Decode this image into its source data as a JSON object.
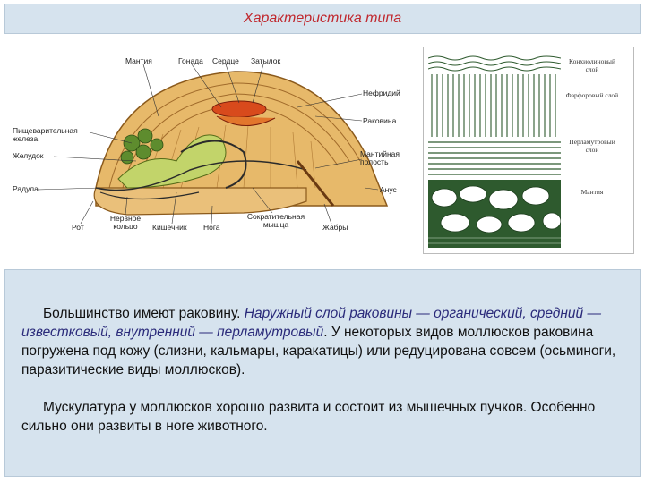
{
  "header": {
    "title": "Характеристика типа"
  },
  "anatomy": {
    "labels": {
      "mantle": "Мантия",
      "gonad": "Гонада",
      "heart": "Сердце",
      "rectum": "Затылок",
      "nephridium": "Нефридий",
      "shell": "Раковина",
      "digestive_gland": "Пищеварительная железа",
      "stomach": "Желудок",
      "radula": "Радула",
      "mantle_cavity": "Мантийная полость",
      "anus": "Анус",
      "mouth": "Рот",
      "nerve_ring": "Нервное кольцо",
      "intestine": "Кишечник",
      "foot": "Нога",
      "retractor_muscle": "Сократительная мышца",
      "gills": "Жабры"
    }
  },
  "shell_layers": {
    "labels": {
      "conchiolin": "Конхиолиновый слой",
      "porcelain": "Фарфоровый слой",
      "nacre": "Перламутровый слой",
      "mantle": "Мантия"
    }
  },
  "body_text": {
    "p1_start": "Большинство имеют раковину. ",
    "p1_italic": "Наружный слой раковины — органический, средний — известковый, внутренний — перламутровый",
    "p1_end": ". У некоторых видов моллюсков раковина погружена под кожу (слизни, кальмары, каракатицы) или редуцирована совсем (осьминоги, паразитические виды моллюсков).",
    "p2": "Мускулатура у моллюсков хорошо развита и состоит из мышечных пучков. Особенно сильно они развиты в ноге животного."
  }
}
